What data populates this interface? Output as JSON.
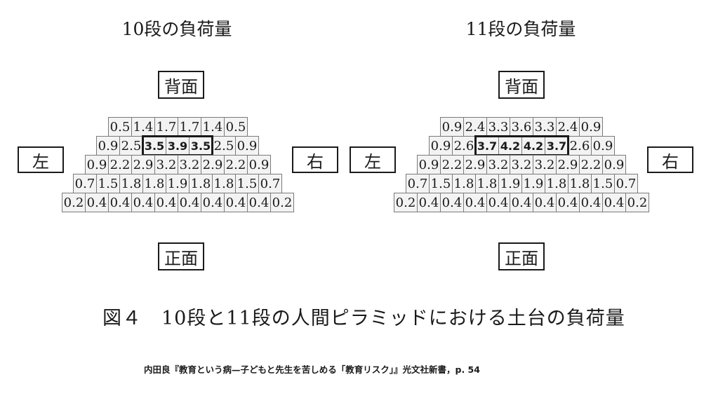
{
  "left_panel": {
    "title": "10段の負荷量",
    "back": "背面",
    "front": "正面",
    "left": "左",
    "right": "右",
    "rows": [
      [
        "0.5",
        "1.4",
        "1.7",
        "1.7",
        "1.4",
        "0.5"
      ],
      [
        "0.9",
        "2.5",
        "3.5",
        "3.9",
        "3.5",
        "2.5",
        "0.9"
      ],
      [
        "0.9",
        "2.2",
        "2.9",
        "3.2",
        "3.2",
        "2.9",
        "2.2",
        "0.9"
      ],
      [
        "0.7",
        "1.5",
        "1.8",
        "1.8",
        "1.9",
        "1.8",
        "1.8",
        "1.5",
        "0.7"
      ],
      [
        "0.2",
        "0.4",
        "0.4",
        "0.4",
        "0.4",
        "0.4",
        "0.4",
        "0.4",
        "0.4",
        "0.2"
      ]
    ],
    "highlight": {
      "row": 1,
      "cols": [
        2,
        3,
        4
      ]
    }
  },
  "right_panel": {
    "title": "11段の負荷量",
    "back": "背面",
    "front": "正面",
    "left": "左",
    "right": "右",
    "rows": [
      [
        "0.9",
        "2.4",
        "3.3",
        "3.6",
        "3.3",
        "2.4",
        "0.9"
      ],
      [
        "0.9",
        "2.6",
        "3.7",
        "4.2",
        "4.2",
        "3.7",
        "2.6",
        "0.9"
      ],
      [
        "0.9",
        "2.2",
        "2.9",
        "3.2",
        "3.2",
        "3.2",
        "2.9",
        "2.2",
        "0.9"
      ],
      [
        "0.7",
        "1.5",
        "1.8",
        "1.8",
        "1.9",
        "1.9",
        "1.8",
        "1.8",
        "1.5",
        "0.7"
      ],
      [
        "0.2",
        "0.4",
        "0.4",
        "0.4",
        "0.4",
        "0.4",
        "0.4",
        "0.4",
        "0.4",
        "0.4",
        "0.2"
      ]
    ],
    "highlight": {
      "row": 1,
      "cols": [
        2,
        3,
        4,
        5
      ]
    }
  },
  "caption": "図４　10段と11段の人間ピラミッドにおける土台の負荷量",
  "source": "内田良『教育という病—子どもと先生を苦しめる「教育リスク」』光文社新書，p. 54"
}
